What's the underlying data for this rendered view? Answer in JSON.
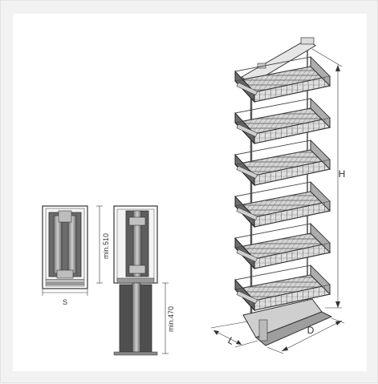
{
  "labels": {
    "s": "S",
    "min510": "min.510",
    "min470": "min.470",
    "h": "H",
    "l": "L",
    "d": "D"
  },
  "shelf_count": 6
}
